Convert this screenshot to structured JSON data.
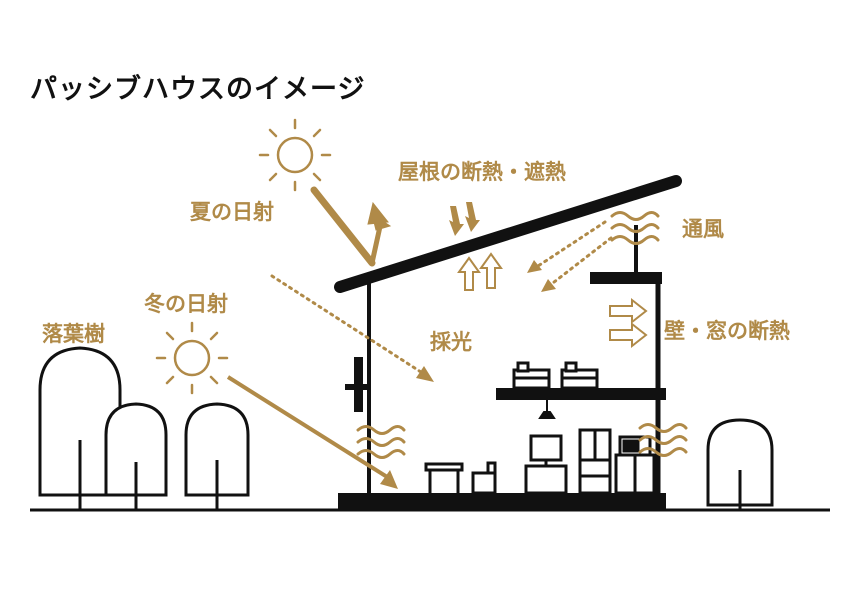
{
  "title": "パッシブハウスのイメージ",
  "labels": {
    "roof_insulation": "屋根の断熱・遮熱",
    "summer_sun": "夏の日射",
    "ventilation": "通風",
    "winter_sun": "冬の日射",
    "deciduous_trees": "落葉樹",
    "daylighting": "採光",
    "wall_window_insulation": "壁・窓の断熱"
  },
  "colors": {
    "accent": "#b08a48",
    "ink": "#111111",
    "background": "#ffffff"
  }
}
